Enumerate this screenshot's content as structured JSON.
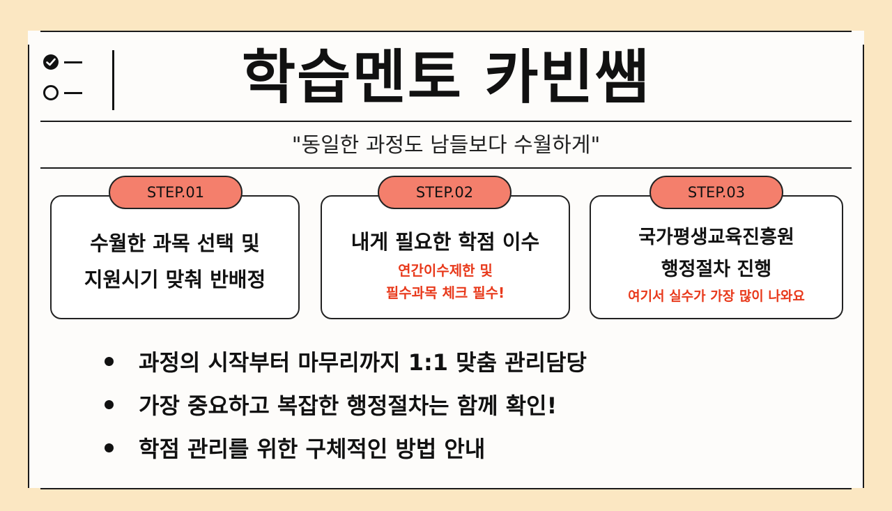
{
  "header": {
    "title": "학습멘토 카빈쌤",
    "subtitle": "\"동일한 과정도 남들보다 수월하게\""
  },
  "steps": [
    {
      "badge": "STEP.01",
      "main_lines": [
        "수월한 과목 선택 및",
        "지원시기 맞춰 반배정"
      ],
      "sub_lines": []
    },
    {
      "badge": "STEP.02",
      "main_lines": [
        "내게 필요한 학점 이수"
      ],
      "sub_lines": [
        "연간이수제한 및",
        "필수과목 체크 필수!"
      ]
    },
    {
      "badge": "STEP.03",
      "main_lines": [
        "국가평생교육진흥원",
        "행정절차 진행"
      ],
      "sub_lines": [
        "여기서 실수가 가장 많이 나와요"
      ]
    }
  ],
  "bullets": [
    "과정의 시작부터 마무리까지 1:1 맞춤 관리담당",
    "가장 중요하고 복잡한 행정절차는 함께 확인!",
    "학점 관리를 위한 구체적인 방법 안내"
  ],
  "colors": {
    "background": "#fbe7c2",
    "badge": "#f47f6c",
    "accent_text": "#e8391b"
  },
  "icons": [
    "checked-circle-icon",
    "empty-circle-icon"
  ]
}
